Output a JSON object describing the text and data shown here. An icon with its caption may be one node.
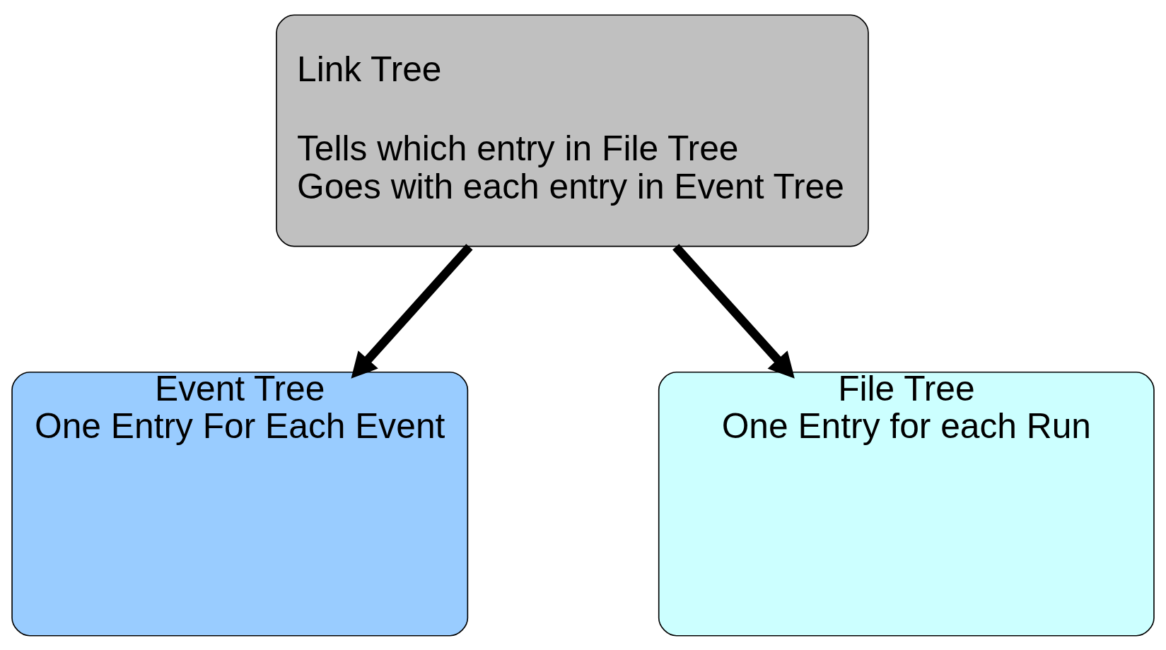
{
  "diagram": {
    "nodes": [
      {
        "text": [
          "Link Tree",
          "Tells which entry in File Tree Goes with each entry in Event Tree"
        ]
      },
      {
        "text": [
          "Event Tree",
          "One Entry For Each Event"
        ]
      },
      {
        "text": [
          "File Tree",
          "One Entry for each Run"
        ]
      }
    ],
    "edges": [
      {
        "from": 0,
        "to": 1,
        "arrow": "to"
      },
      {
        "from": 0,
        "to": 2,
        "arrow": "to"
      }
    ]
  }
}
